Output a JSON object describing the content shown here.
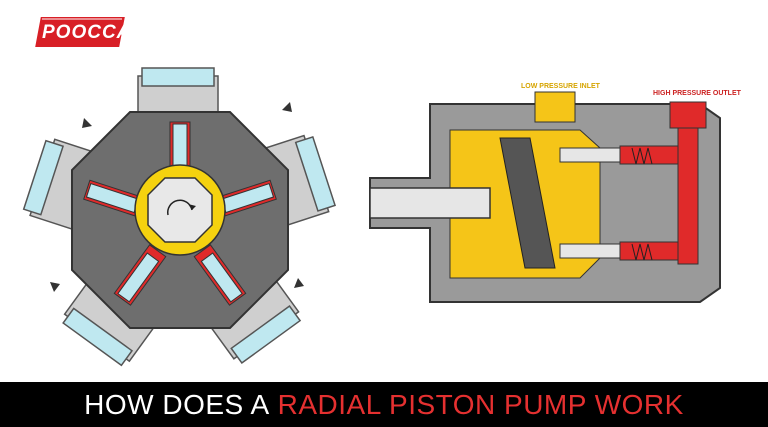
{
  "logo": {
    "text": "POOCCA"
  },
  "diagram": {
    "inlet_label": "LOW PRESSURE INLET",
    "outlet_label": "HIGH PRESSURE OUTLET"
  },
  "banner": {
    "white_part": "HOW DOES A",
    "red_part": "RADIAL PISTON PUMP WORK"
  },
  "colors": {
    "brand_red": "#d81f26",
    "banner_red": "#e53030",
    "inlet_yellow": "#f5c518",
    "outlet_red": "#cc2222",
    "fluid_blue": "#bfe8f0",
    "body_gray": "#777777"
  }
}
